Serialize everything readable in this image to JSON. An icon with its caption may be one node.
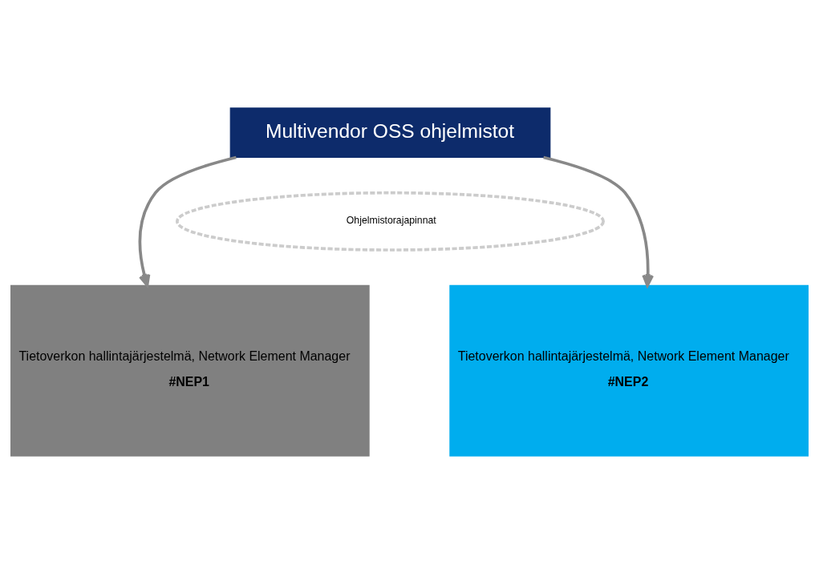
{
  "diagram": {
    "nodes": [
      {
        "text": [
          "Multivendor OSS ohjelmistot"
        ]
      },
      {
        "text": [
          "Ohjelmistorajapinnat"
        ]
      },
      {
        "text": [
          "Tietoverkon hallintajärjestelmä, Network Element Manager",
          "#NEP1"
        ]
      },
      {
        "text": [
          "Tietoverkon hallintajärjestelmä, Network Element Manager",
          "#NEP2"
        ]
      }
    ],
    "edges": [
      {
        "from": 0,
        "to": 2,
        "arrow": "to"
      },
      {
        "from": 0,
        "to": 3,
        "arrow": "to"
      }
    ]
  }
}
